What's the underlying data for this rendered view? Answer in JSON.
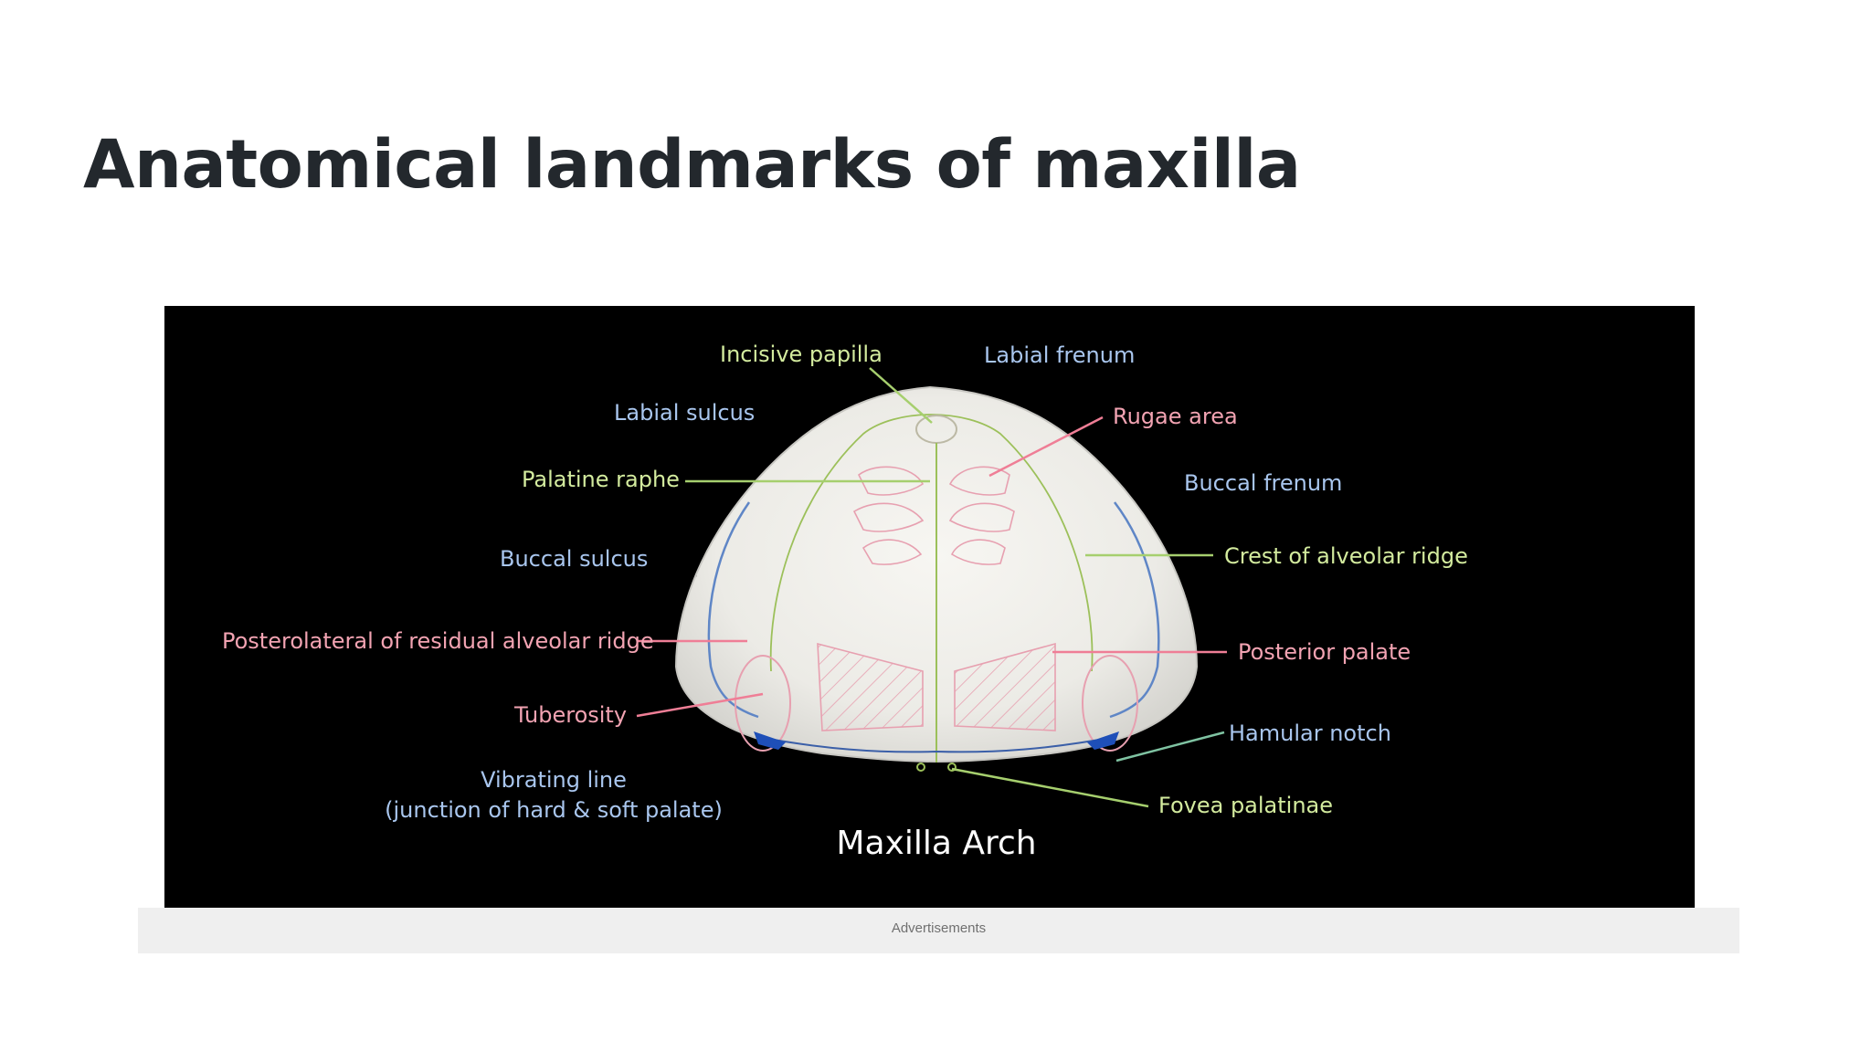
{
  "page": {
    "title": "Anatomical landmarks of maxilla"
  },
  "diagram": {
    "caption": "Maxilla Arch",
    "labels": {
      "incisive_papilla": "Incisive papilla",
      "labial_frenum": "Labial frenum",
      "labial_sulcus": "Labial sulcus",
      "rugae_area": "Rugae area",
      "palatine_raphe": "Palatine raphe",
      "buccal_frenum": "Buccal frenum",
      "buccal_sulcus": "Buccal sulcus",
      "crest_of_alveolar_ridge": "Crest of alveolar ridge",
      "posterolateral_residual_ridge": "Posterolateral of residual alveolar ridge",
      "posterior_palate": "Posterior palate",
      "tuberosity": "Tuberosity",
      "hamular_notch": "Hamular notch",
      "vibrating_line_1": "Vibrating line",
      "vibrating_line_2": "(junction of hard & soft palate)",
      "fovea_palatinae": "Fovea palatinae"
    },
    "colors": {
      "green": "#d3eb9e",
      "blue": "#a9c6ee",
      "pink": "#f2a3b2",
      "background": "#000000"
    }
  },
  "ads": {
    "label": "Advertisements"
  }
}
